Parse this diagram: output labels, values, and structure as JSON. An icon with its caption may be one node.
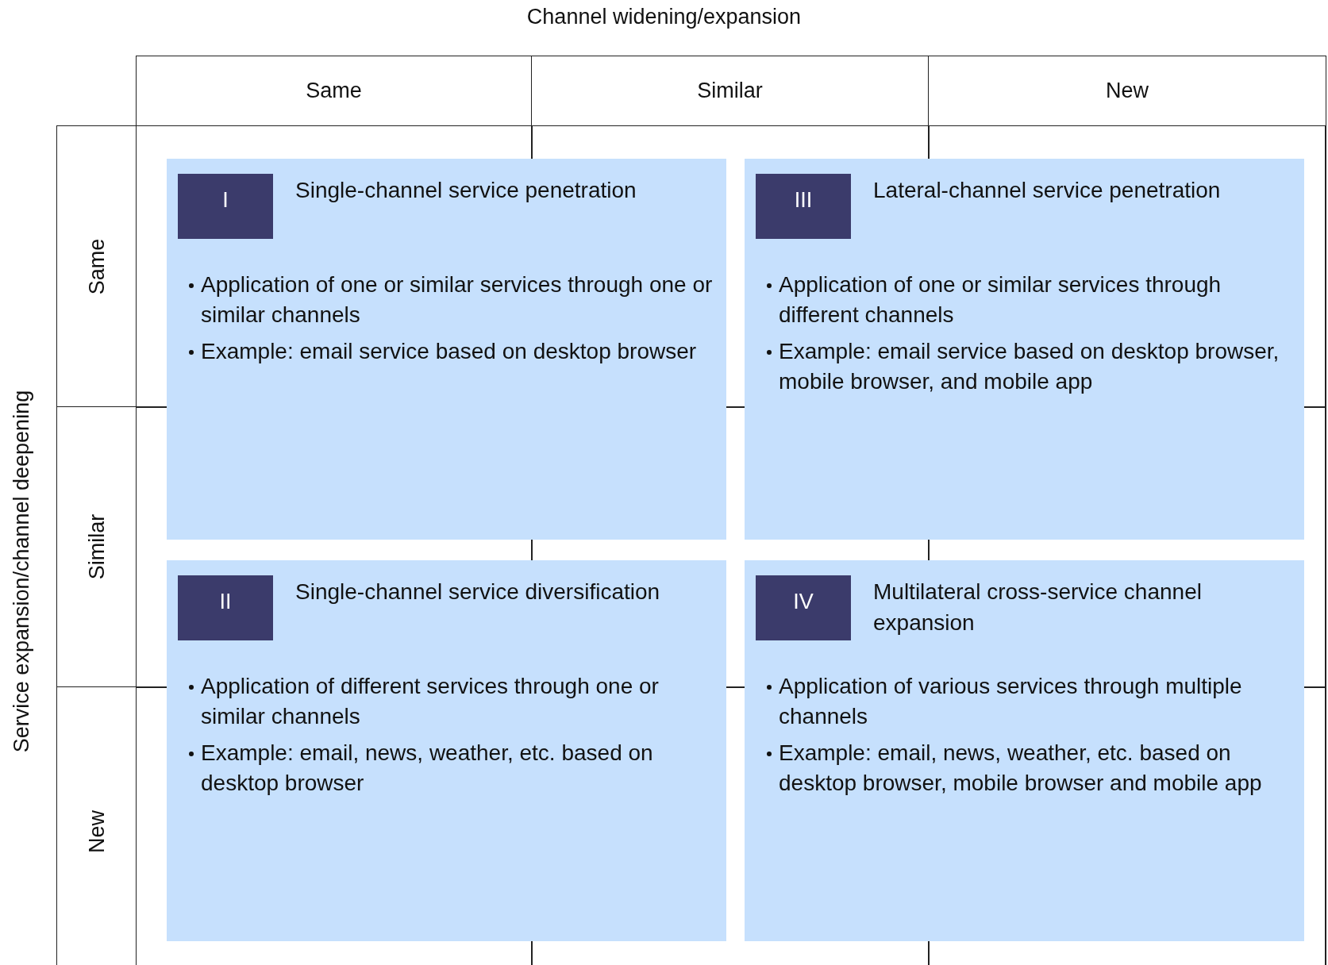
{
  "diagram": {
    "title": "Channel widening/expansion",
    "nodes": [
      {
        "text": [
          "Single-channel service penetration",
          "Application of one or similar services through one or similar channels",
          "Example: email service based on desktop browser"
        ]
      },
      {
        "text": [
          "I"
        ],
        "in": 0
      },
      {
        "text": [
          "Lateral-channel service penetration",
          "Application of one or similar services through different channels",
          "Example: email service based on desktop browser, mobile browser, and mobile app"
        ]
      },
      {
        "text": [
          "III"
        ],
        "in": 2
      },
      {
        "text": [
          "Single-channel service diversification",
          "Application of different services through one or similar channels",
          "Example: email, news, weather, etc. based on desktop browser"
        ]
      },
      {
        "text": [
          "II"
        ],
        "in": 4
      },
      {
        "text": [
          "Multilateral cross-service channel expansion",
          "Application of various services through multiple channels",
          "Example: email, news, weather, etc. based on desktop browser, mobile browser and mobile app"
        ]
      },
      {
        "text": [
          "IV"
        ],
        "in": 6
      }
    ],
    "labels": [
      "Same",
      "Similar",
      "New",
      "Service expansion/channel deepening",
      "Same",
      "Similar",
      "New"
    ]
  }
}
